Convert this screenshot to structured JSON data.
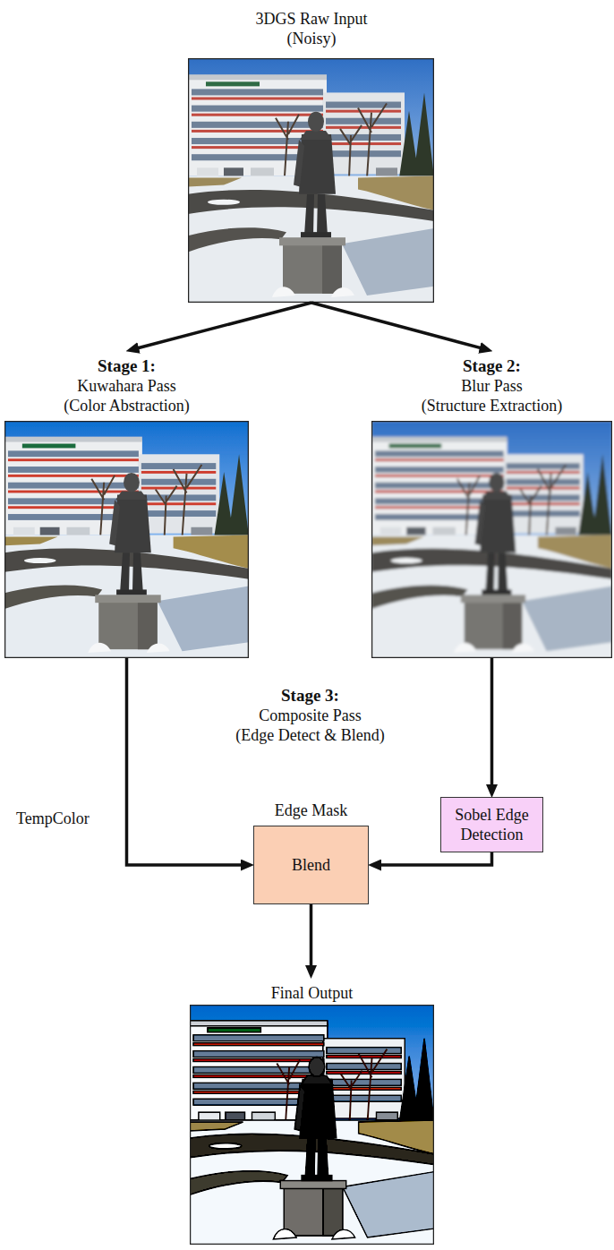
{
  "diagram": {
    "nodes": [
      {
        "text": [
          "3DGS Raw Input",
          "(Noisy)"
        ]
      },
      {
        "text": [
          "Stage 1:",
          "Kuwahara Pass",
          "(Color Abstraction)"
        ]
      },
      {
        "text": [
          "Stage 2:",
          "Blur Pass",
          "(Structure Extraction)"
        ]
      },
      {
        "text": [
          "Stage 3:",
          "Composite Pass",
          "(Edge Detect & Blend)",
          "TempColor"
        ]
      },
      {
        "text": [
          "Edge Mask",
          "Blend"
        ],
        "in": 3
      },
      {
        "text": [
          "Sobel Edge Detection"
        ],
        "in": 3
      },
      {
        "text": [
          "Final Output"
        ]
      }
    ],
    "edges": [
      {
        "from": 0,
        "to": 1,
        "arrow": "to"
      },
      {
        "from": 0,
        "to": 2,
        "arrow": "to"
      },
      {
        "from": 1,
        "to": 4,
        "arrow": "to"
      },
      {
        "from": 2,
        "to": 5,
        "arrow": "to"
      },
      {
        "from": 5,
        "to": 4,
        "arrow": "to"
      },
      {
        "from": 4,
        "to": 6,
        "arrow": "to"
      }
    ]
  }
}
